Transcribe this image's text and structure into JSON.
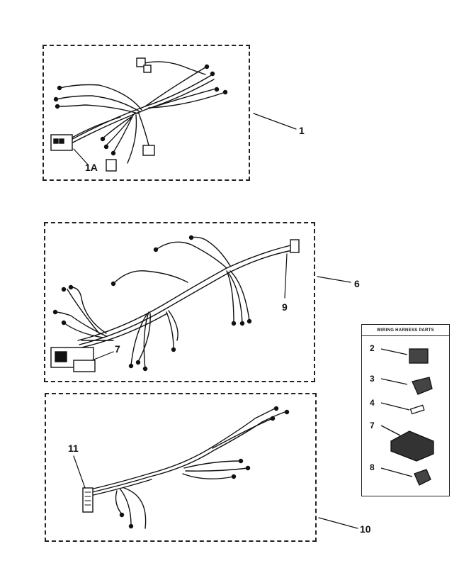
{
  "diagram": {
    "callouts": {
      "harness_top": "1",
      "connector_top": "1A",
      "harness_middle": "6",
      "connector_middle_left": "7",
      "connector_middle_right": "9",
      "harness_bottom": "10",
      "connector_bottom": "11"
    },
    "legend": {
      "title": "WIRING HARNESS PARTS",
      "items": [
        {
          "number": "2"
        },
        {
          "number": "3"
        },
        {
          "number": "4"
        },
        {
          "number": "7"
        },
        {
          "number": "8"
        }
      ]
    }
  }
}
